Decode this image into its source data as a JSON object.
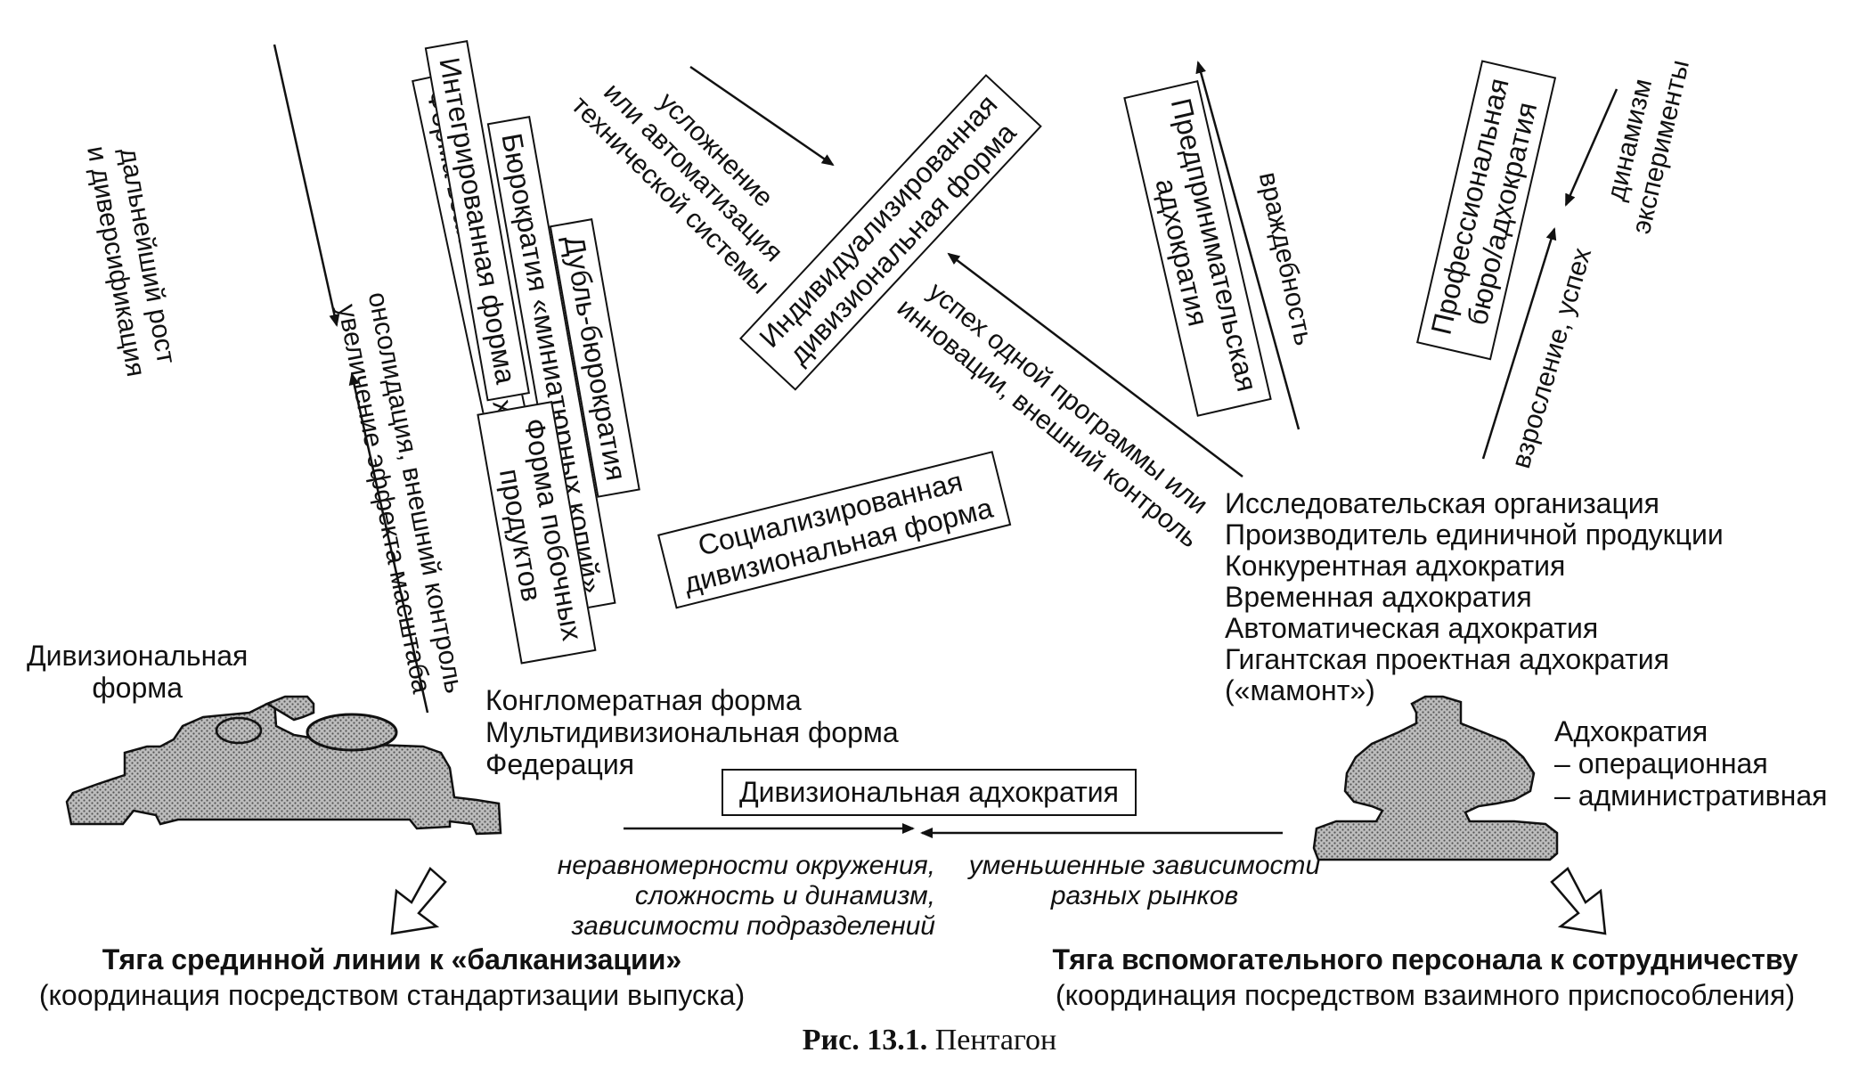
{
  "caption": {
    "label": "Рис. 13.1.",
    "title": "Пентагон"
  },
  "left_column": {
    "arrow_down": [
      "дальнейший рост",
      "и диверсификация"
    ],
    "arrow_up": [
      "онсолидация, внешний контроль",
      "увеличение эффекта масштаба"
    ],
    "forms": [
      "Форма взаимосвязанных продуктов",
      "Интегрированная форма",
      "Бюрократия «миниатюрных копий»",
      "Дубль-бюрократия",
      [
        "Форма побочных",
        "продуктов"
      ]
    ]
  },
  "top_center": {
    "arrow_label": [
      "усложнение",
      "или автоматизация",
      "технической системы"
    ],
    "box": [
      "Индивидуализированная",
      "дивизиональная форма"
    ],
    "success_label": [
      "успех одной программы или",
      "инновации, внешний контроль"
    ]
  },
  "socialized_box": [
    "Социализированная",
    "дивизиональная форма"
  ],
  "entrepreneurial": {
    "box": [
      "Предпринимательская",
      "адхократия"
    ],
    "arrow_label": "враждебность"
  },
  "professional": {
    "box": [
      "Профессиональная",
      "бюро/адхократия"
    ],
    "arrow_label_right": [
      "динамизм",
      "эксперименты"
    ],
    "arrow_label_left": "взросление, успех"
  },
  "adhocracy_list": [
    "Исследовательская организация",
    "Производитель единичной продукции",
    "Конкурентная адхократия",
    "Временная адхократия",
    "Автоматическая адхократия",
    "Гигантская проектная адхократия",
    "(«мамонт»)"
  ],
  "divisional": {
    "title": [
      "Дивизиональная",
      "форма"
    ],
    "variants": [
      "Конгломератная форма",
      "Мультидивизиональная форма",
      "Федерация"
    ]
  },
  "adhocracy": {
    "title": "Адхократия",
    "variants": [
      "– операционная",
      "– административная"
    ]
  },
  "bottom": {
    "box": "Дивизиональная адхократия",
    "left_label": [
      "неравномерности окружения,",
      "сложность и динамизм,",
      "зависимости подразделений"
    ],
    "right_label": [
      "уменьшенные зависимости",
      "разных рынков"
    ]
  },
  "pulls": {
    "left": {
      "title": "Тяга срединной линии к «балканизации»",
      "subtitle": "(координация посредством стандартизации выпуска)"
    },
    "right": {
      "title": "Тяга вспомогательного персонала к сотрудничеству",
      "subtitle": "(координация посредством взаимного приспособления)"
    }
  }
}
